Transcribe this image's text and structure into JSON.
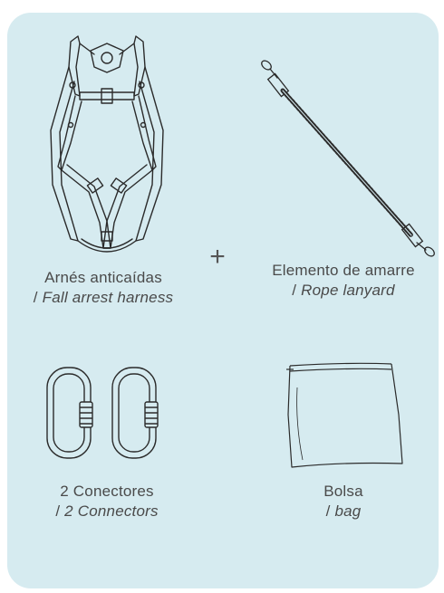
{
  "colors": {
    "card_background": "#d6ebf0",
    "text": "#4a4a4a",
    "line": "#2b2b2b"
  },
  "items": [
    {
      "icon": "harness-icon",
      "label_es": "Arnés anticaídas",
      "label_en": "Fall arrest harness"
    },
    {
      "icon": "rope-lanyard-icon",
      "label_es": "Elemento de amarre",
      "label_en": "Rope lanyard"
    },
    {
      "icon": "carabiner-icon",
      "label_es": "2 Conectores",
      "label_en": "2 Connectors"
    },
    {
      "icon": "bag-icon",
      "label_es": "Bolsa",
      "label_en": "bag"
    }
  ],
  "separator": {
    "symbol": "+"
  },
  "slash": "/ "
}
